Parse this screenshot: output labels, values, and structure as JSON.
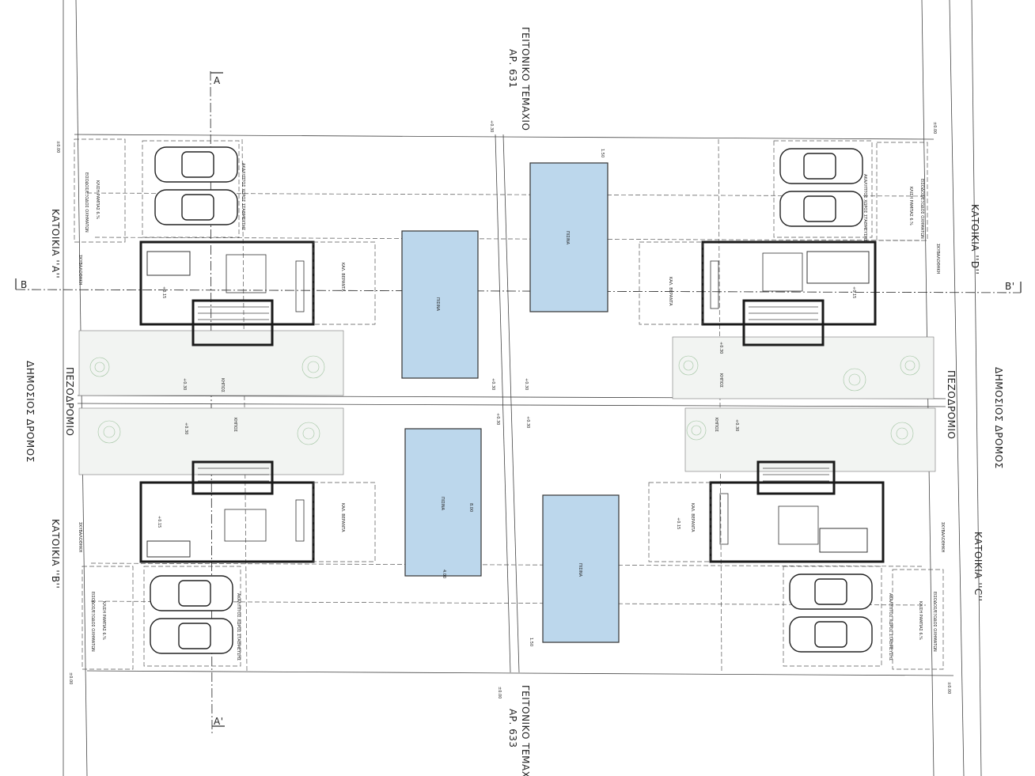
{
  "labels": {
    "neighbor_top": "ΓΕΙΤΟΝΙΚΟ ΤΕΜΑΧΙΟ",
    "neighbor_top_no": "ΑΡ. 631",
    "neighbor_bottom": "ΓΕΙΤΟΝΙΚΟ ΤΕΜΑΧΙΟ",
    "neighbor_bottom_no": "ΑΡ. 633",
    "public_road_left": "ΔΗΜΟΣΙΟΣ ΔΡΟΜΟΣ",
    "public_road_right": "ΔΗΜΟΣΙΟΣ ΔΡΟΜΟΣ",
    "pavement_left": "ΠΕΖΟΔΡΟΜΙΟ",
    "pavement_right": "ΠΕΖΟΔΡΟΜΙΟ",
    "house_a": "ΚΑΤΟΙΚΙΑ ''A''",
    "house_b": "ΚΑΤΟΙΚΙΑ ''B''",
    "house_c": "ΚΑΤΟΙΚΙΑ ''C''",
    "house_d": "ΚΑΤΟΙΚΙΑ ''D''",
    "section_a": "A",
    "section_a_prime": "A'",
    "section_b": "B",
    "section_b_prime": "B'",
    "pool": "ΠΙΣΙΝΑ",
    "garden": "ΚΗΠΟΣ",
    "veranda": "ΚΑΛ. ΒΕΡΑΝΤΑ",
    "waste": "ΣΚΥΒΑΛΟΘΗΚΗ",
    "ramp": "ΚΛΙΣΗ ΡΑΜΠΑΣ 6.%",
    "entrance": "ΕΙΣΟΔΟΣ/ΕΞΟΔΟΣ ΟΧΗΜΑΤΩΝ",
    "parking": "ΑΚΑΛΥΠΤΟΣ ΧΩΡΟΣ ΣΤΑΘΜΕΥΣΗΣ",
    "level_030": "+0.30",
    "level_015": "+0.15",
    "level_000": "±0.00",
    "dim_150": "1.50",
    "dim_400": "4.00",
    "dim_800": "8.00"
  },
  "colors": {
    "pool": "#bcd7ec",
    "walls": "#1a1a1a",
    "garden": "#f2f4f2",
    "trees": "#9fc39f"
  }
}
